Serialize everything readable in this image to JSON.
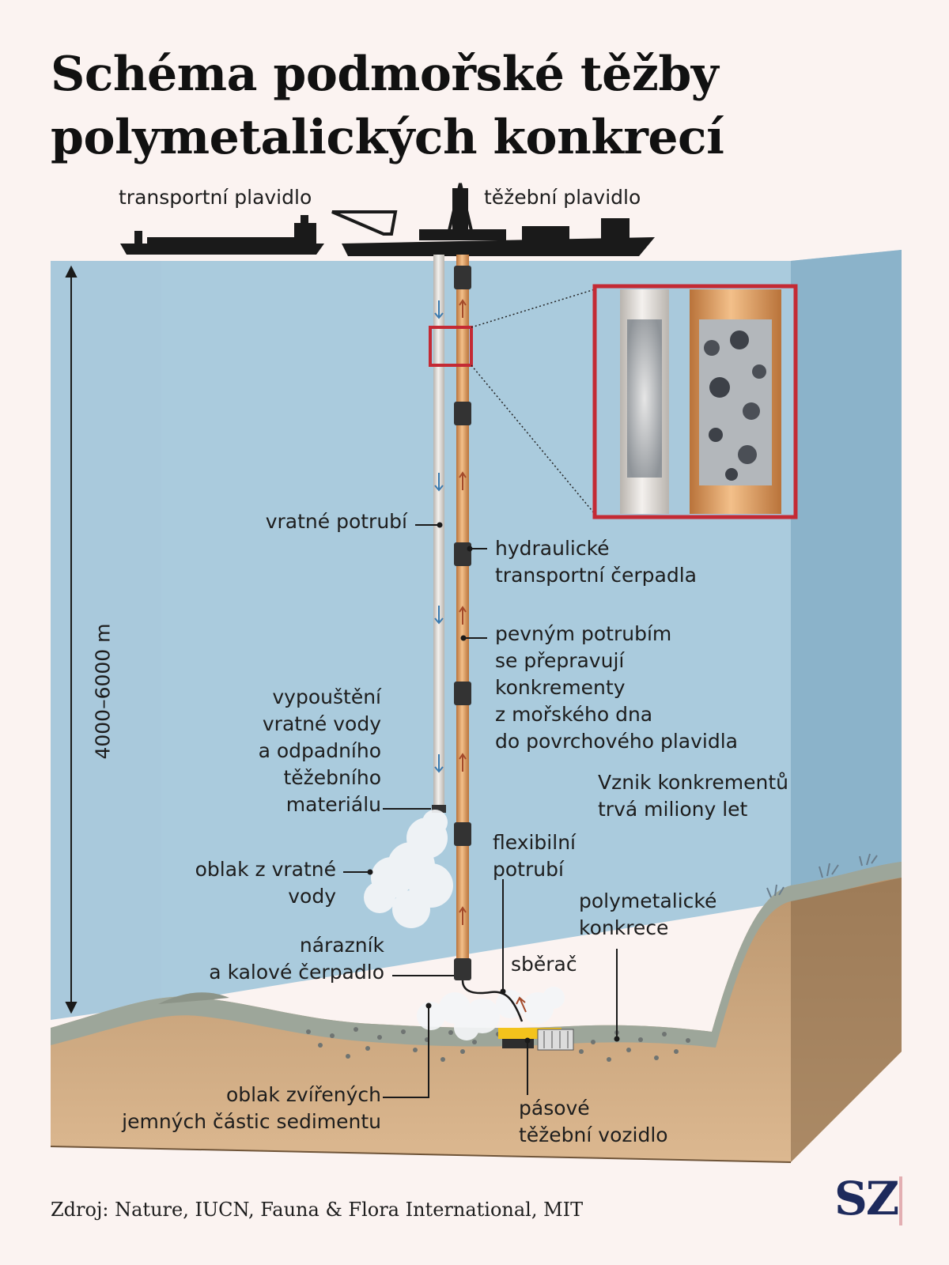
{
  "title": "Schéma podmořské těžby polymetalických konkrecí",
  "labels": {
    "transport_vessel": "transportní plavidlo",
    "mining_vessel": "těžební plavidlo",
    "return_pipe": "vratné potrubí",
    "hydraulic_pumps": "hydraulické\ntransportní čerpadla",
    "rigid_pipe": "pevným potrubím\nse přepravují\nkonkrementy\nz mořského dna\ndo povrchového plavidla",
    "discharge": "vypouštění\nvratné vody\na odpadního\ntěžebního\nmateriálu",
    "formation": "Vznik konkrementů\ntrvá miliony let",
    "flexible_pipe": "flexibilní\npotrubí",
    "return_cloud": "oblak z vratné\nvody",
    "nodules": "polymetalické\nkonkrece",
    "bumper": "nárazník\na kalové čerpadlo",
    "collector": "sběrač",
    "sediment_cloud": "oblak zvířených\njemných částic sedimentu",
    "vehicle": "pásové\ntěžební vozidlo",
    "depth": "4000–6000 m"
  },
  "source": "Zdroj: Nature, IUCN, Fauna & Flora International, MIT",
  "logo": "SZ",
  "colors": {
    "background": "#fbf3f1",
    "water": "#a9c9dc",
    "water_side": "#8db5cc",
    "seabed": "#c8a27a",
    "pipe_orange": "#e0a46a",
    "pipe_grey": "#e6e6e6",
    "highlight_red": "#c42a34",
    "logo": "#1d2a5c"
  }
}
